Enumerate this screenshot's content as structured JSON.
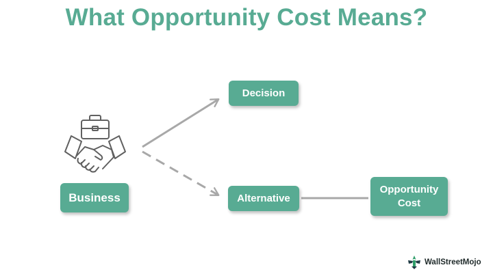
{
  "title": "What Opportunity Cost Means?",
  "nodes": {
    "decision": "Decision",
    "alternative": "Alternative",
    "business": "Business",
    "opportunity_cost_line1": "Opportunity",
    "opportunity_cost_line2": "Cost"
  },
  "connectors": [
    {
      "from": "business",
      "to": "decision",
      "style": "solid",
      "arrow": true
    },
    {
      "from": "business",
      "to": "alternative",
      "style": "dashed",
      "arrow": true
    },
    {
      "from": "alternative",
      "to": "opportunity_cost",
      "style": "solid",
      "arrow": false
    }
  ],
  "icons": [
    "briefcase-icon",
    "handshake-icon",
    "wallstreetmojo-logo-icon"
  ],
  "logo": {
    "text": "WallStreetMojo"
  },
  "colors": {
    "accent": "#58ab93",
    "node_text": "#ffffff",
    "arrow": "#a8a8a8",
    "icon_stroke": "#606060",
    "logo_green": "#2f9e6a",
    "logo_dark": "#1f3b45"
  }
}
